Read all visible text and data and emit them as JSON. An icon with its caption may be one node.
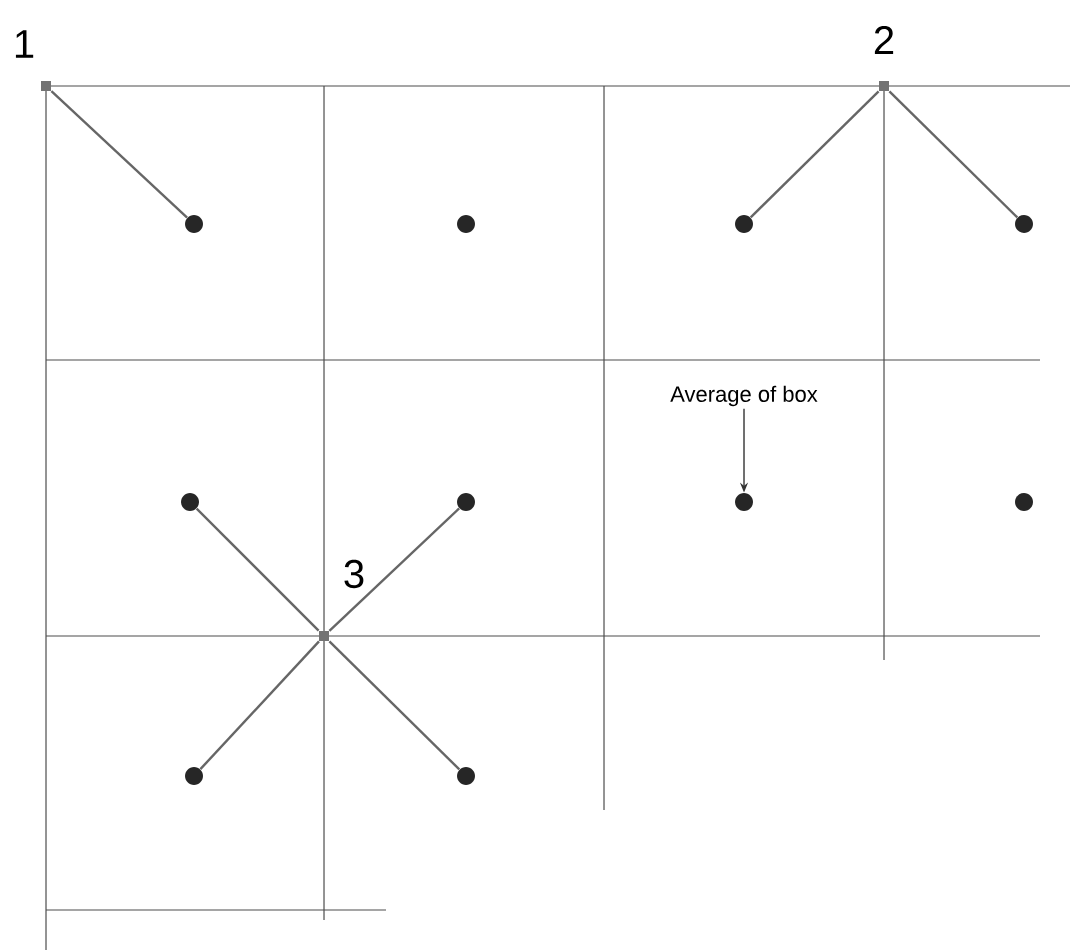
{
  "diagram": {
    "nodes": [
      {
        "text": [],
        "shape": "box",
        "beside": [
          "1"
        ]
      },
      {
        "text": [],
        "shape": "box",
        "beside": [
          "2"
        ]
      },
      {
        "text": [],
        "shape": "circle"
      },
      {
        "text": [],
        "shape": "circle"
      },
      {
        "text": [],
        "shape": "circle"
      },
      {
        "text": [],
        "shape": "circle"
      },
      {
        "text": [
          "Average of box"
        ]
      },
      {
        "text": [],
        "shape": "circle"
      },
      {
        "text": [],
        "shape": "circle"
      },
      {
        "text": [],
        "shape": "circle"
      },
      {
        "text": [],
        "shape": "circle"
      },
      {
        "text": [],
        "shape": "box",
        "beside": [
          "3"
        ]
      },
      {
        "text": [],
        "shape": "circle"
      },
      {
        "text": [],
        "shape": "circle"
      }
    ],
    "edges": [
      {
        "from": 0,
        "to": 2,
        "arrow": "none"
      },
      {
        "from": 1,
        "to": 4,
        "arrow": "none"
      },
      {
        "from": 1,
        "to": 5,
        "arrow": "none"
      },
      {
        "from": 6,
        "to": 9,
        "arrow": "to"
      },
      {
        "from": 11,
        "to": 7,
        "arrow": "none"
      },
      {
        "from": 11,
        "to": 8,
        "arrow": "none"
      },
      {
        "from": 11,
        "to": 12,
        "arrow": "none"
      },
      {
        "from": 11,
        "to": 13,
        "arrow": "none"
      }
    ]
  }
}
